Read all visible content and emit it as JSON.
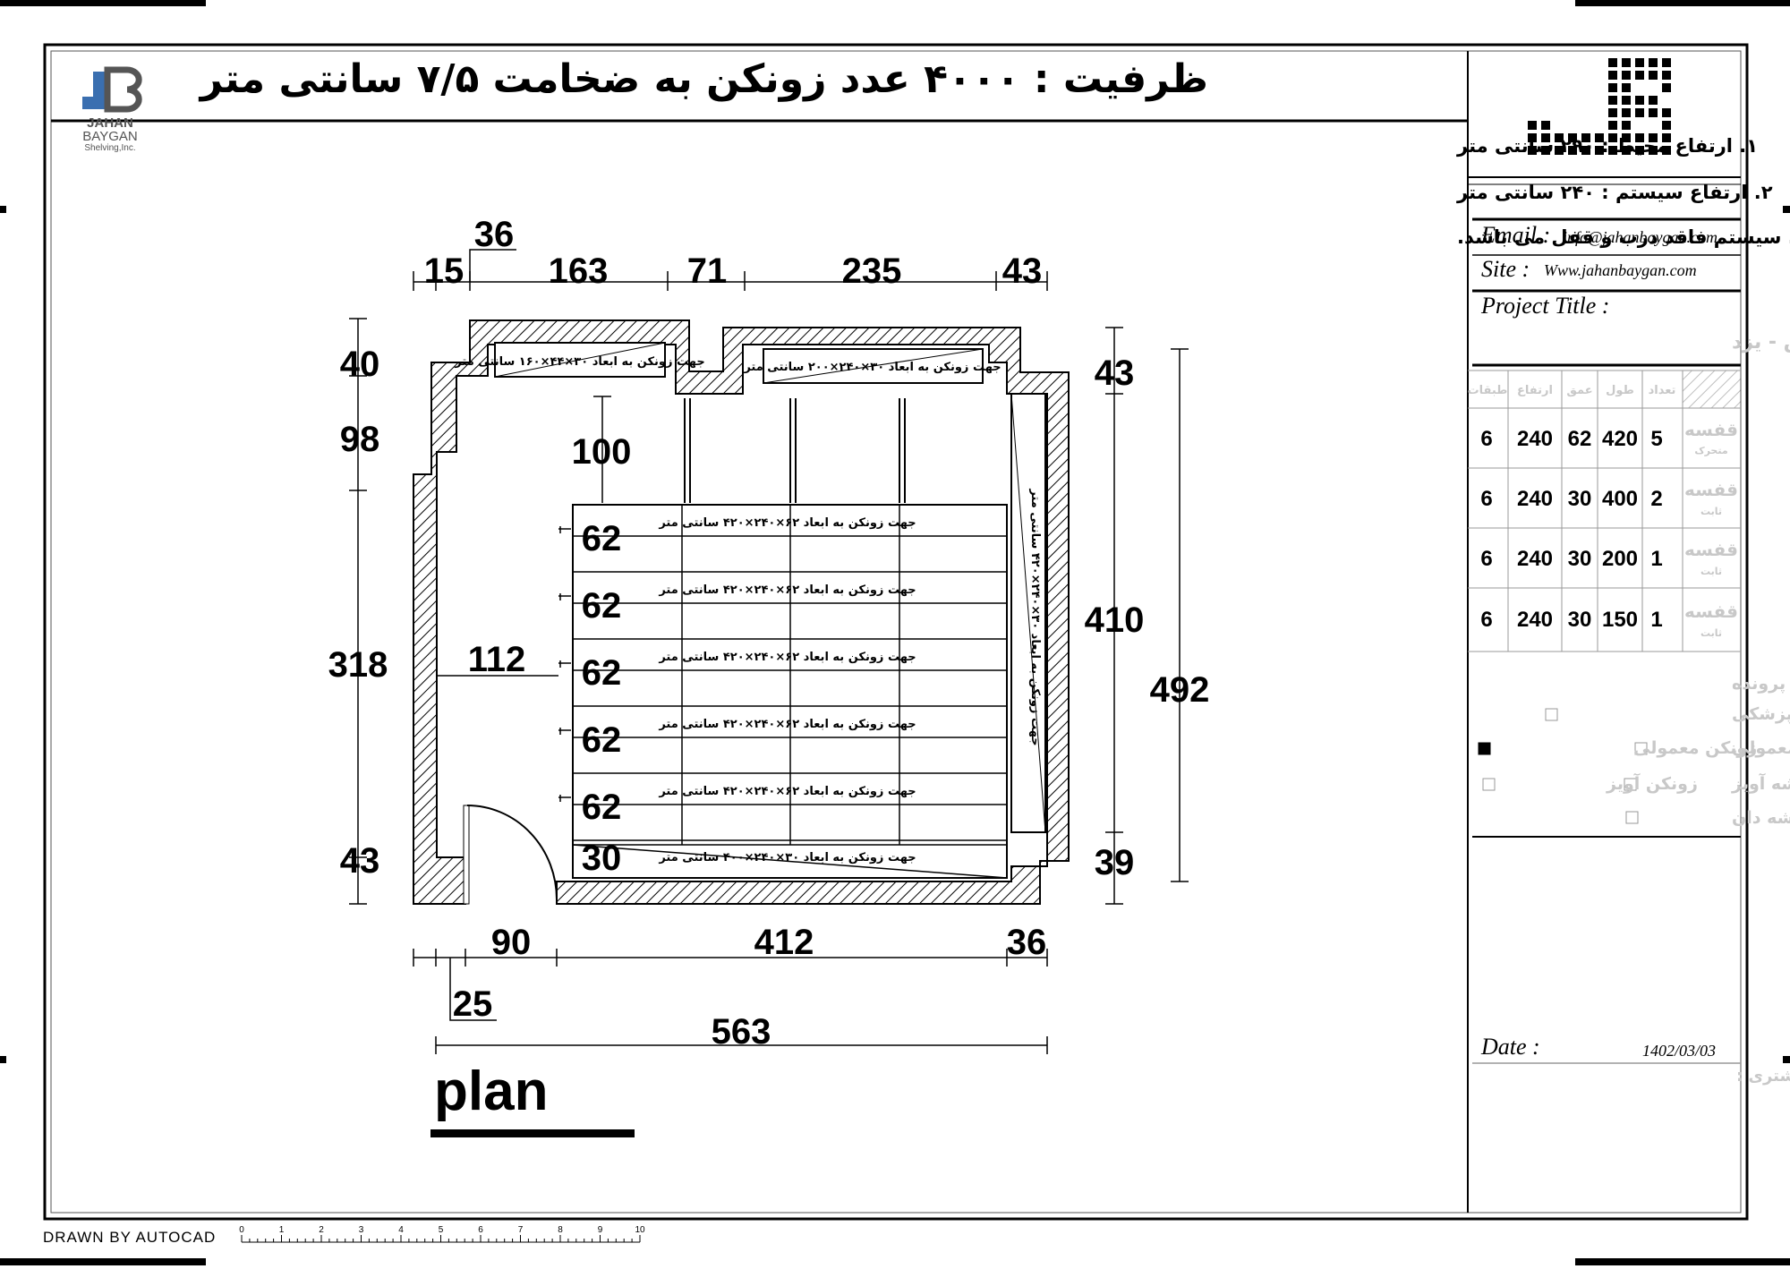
{
  "title": "ظرفیت : ۴۰۰۰ عدد زونکن به ضخامت ۷/۵ سانتی متر",
  "logo": {
    "line1": "JAHAN",
    "line2": "BAYGAN",
    "line3": "Shelving,Inc."
  },
  "notes": [
    "۱. ارتفاع محیط : ۲۹۰ سانتی متر",
    "۲. ارتفاع سیستم : ۲۴۰ سانتی متر",
    "۳. سیستم فاقد درب و قفل می باشد."
  ],
  "dims": {
    "top": [
      "15",
      "36",
      "163",
      "71",
      "235",
      "43"
    ],
    "left": [
      "40",
      "98",
      "318",
      "43"
    ],
    "right": [
      "43",
      "410",
      "39",
      "492"
    ],
    "inner": [
      "100",
      "112",
      "62",
      "62",
      "62",
      "62",
      "62",
      "30"
    ],
    "bottom": [
      "90",
      "412",
      "36",
      "25",
      "563"
    ]
  },
  "room_labels": {
    "top_left": "جهت زونکن به ابعاد ۳۰×۴۴×۱۶۰ سانتی متر",
    "top_right": "جهت زونکن به ابعاد ۳۰×۲۴۰×۲۰۰ سانتی متر",
    "right": "جهت زونکن به ابعاد ۳۰×۲۴۰×۴۲۰ سانتی متر",
    "row": "جهت زونکن به ابعاد ۶۲×۲۴۰×۴۲۰ سانتی متر",
    "bottom": "جهت زونکن به ابعاد ۳۰×۲۴۰×۴۰۰ سانتی متر"
  },
  "plan_label": "plan",
  "panel": {
    "email_label": "Email :",
    "email": "info@jahanbaygan.com",
    "site_label": "Site :",
    "site": "Www.jahanbaygan.com",
    "project_label": "Project Title :",
    "project": "شرکت همرس - یزد",
    "table_headers": [
      "تعداد",
      "طول",
      "عمق",
      "ارتفاع",
      "طبقات"
    ],
    "rows": [
      {
        "type": "قفسه",
        "sub": "متحرک",
        "count": "5",
        "length": "420",
        "depth": "62",
        "height": "240",
        "shelves": "6"
      },
      {
        "type": "قفسه",
        "sub": "ثابت",
        "count": "2",
        "length": "400",
        "depth": "30",
        "height": "240",
        "shelves": "6"
      },
      {
        "type": "قفسه",
        "sub": "ثابت",
        "count": "1",
        "length": "200",
        "depth": "30",
        "height": "240",
        "shelves": "6"
      },
      {
        "type": "قفسه",
        "sub": "ثابت",
        "count": "1",
        "length": "150",
        "depth": "30",
        "height": "240",
        "shelves": "6"
      }
    ],
    "file_types_title": "نوع پرونده",
    "file_types": [
      "پوشه مدارک پزشکی",
      "پوشه معمولی",
      "زونکن معمولی",
      "پوشه آویز",
      "زونکن آویز",
      "پوشه دان"
    ],
    "date_label": "Date :",
    "date": "1402/03/03",
    "signature_label": "مهر و امضا مشتری :"
  },
  "footer": {
    "drawn_by": "DRAWN BY AUTOCAD",
    "scale_ticks": [
      "0",
      "1",
      "2",
      "3",
      "4",
      "5",
      "6",
      "7",
      "8",
      "9",
      "10"
    ]
  }
}
